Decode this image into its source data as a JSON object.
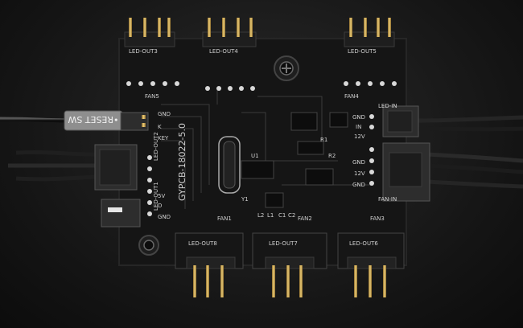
{
  "board": {
    "model": "GYPCB-18022-5.0",
    "reset_label": "•RESET SW",
    "top_labels": [
      "LED-OUT3",
      "LED-OUT4",
      "LED-OUT5"
    ],
    "top_fan_labels": [
      "FAN5",
      "FAN4"
    ],
    "bottom_fan_labels": [
      "FAN1",
      "FAN2",
      "FAN3"
    ],
    "bottom_led_labels": [
      "LED-OUT8",
      "LED-OUT7",
      "LED-OUT6"
    ],
    "left_labels": [
      "GND",
      "K",
      "KEY",
      "LED-OUT2",
      "LED-OUT1",
      "5V",
      "D",
      "GND"
    ],
    "right_labels": [
      "LED-IN",
      "GND",
      "IN",
      "12V",
      "GND",
      "FAN-IN",
      "12V",
      "GND"
    ],
    "component_labels": [
      "R1",
      "R2",
      "U1",
      "Y1",
      "C1",
      "C2",
      "L1",
      "L2"
    ]
  },
  "colors": {
    "pcb": "#151515",
    "silkscreen": "#cfcfcf",
    "pins": "#d4a94a",
    "connector": "#2d2d2d",
    "label_sleeve": "#8e8e8e"
  }
}
